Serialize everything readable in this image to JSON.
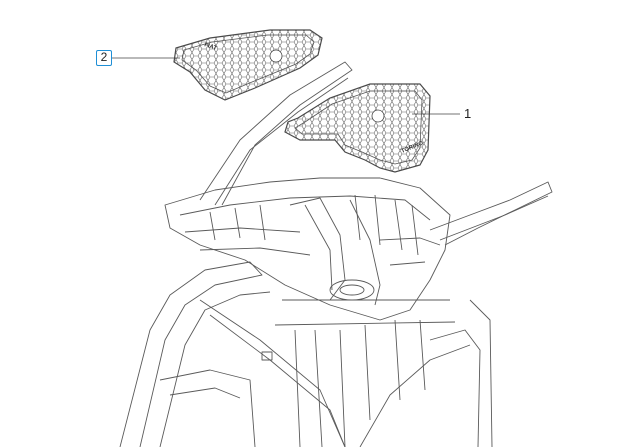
{
  "callouts": [
    {
      "id": "1",
      "label": "1",
      "boxed": false
    },
    {
      "id": "2",
      "label": "2",
      "boxed": true
    }
  ],
  "mat_text": {
    "brand_front": "TORINO",
    "brand_rear": "FIAT"
  },
  "colors": {
    "line": "#5a5a5a",
    "callout_box_border": "#1f8fd6",
    "background": "#ffffff"
  }
}
